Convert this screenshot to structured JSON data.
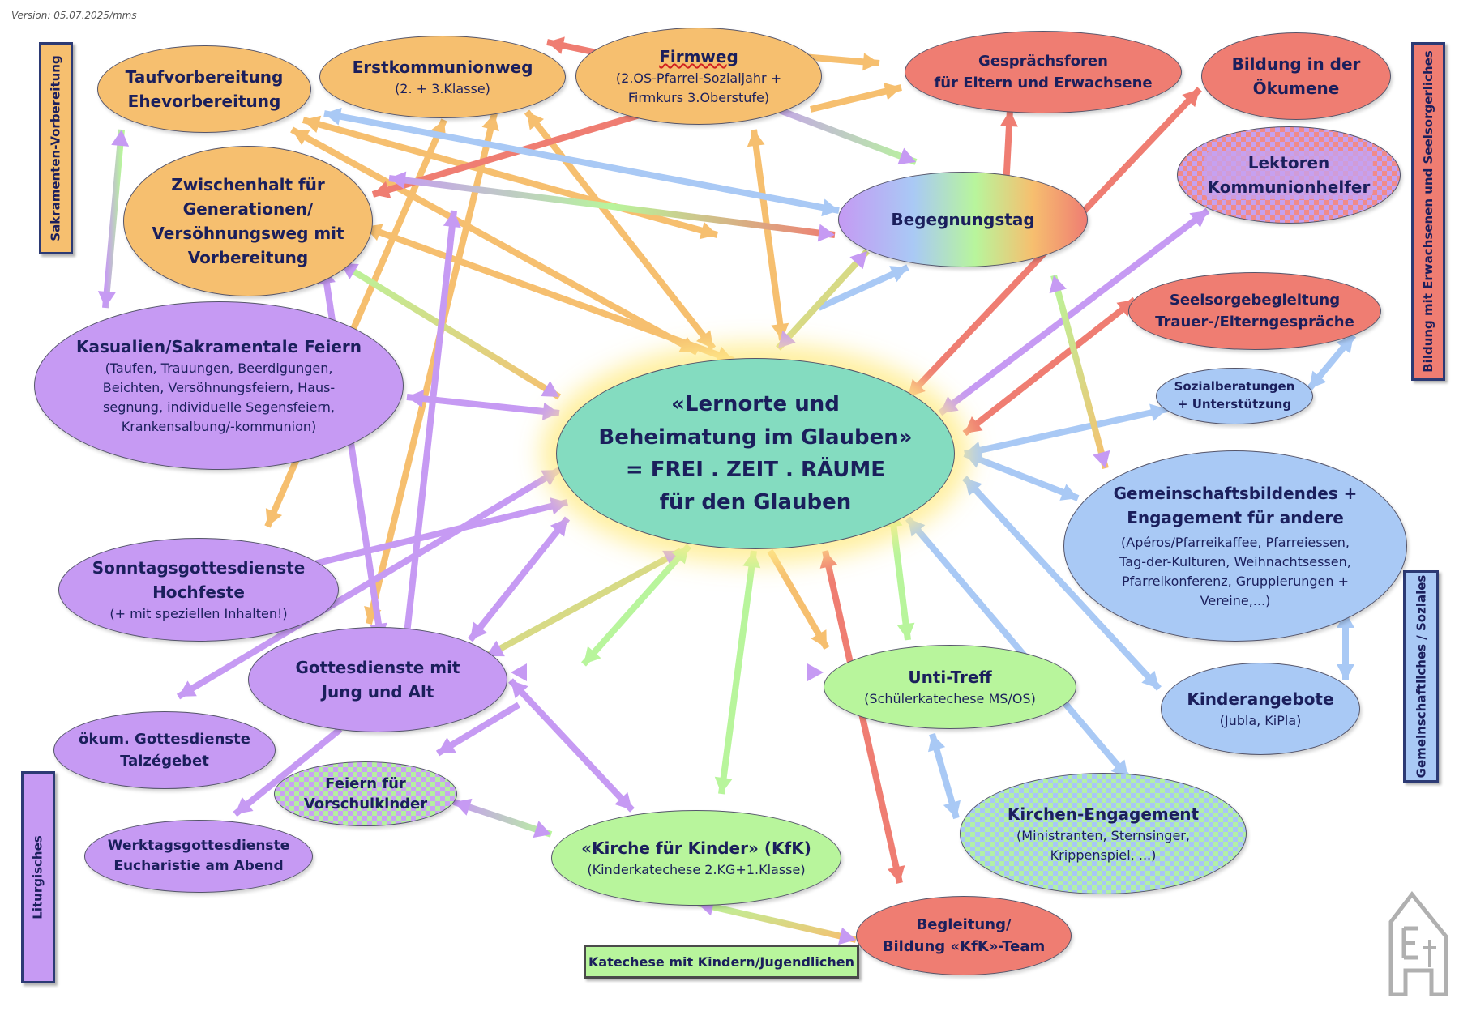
{
  "version": "Version: 05.07.2025/mms",
  "center": {
    "title": "«Lernorte und\nBeheimatung im Glauben»\n= FREI . ZEIT . RÄUME\nfür den Glauben"
  },
  "nodes": {
    "taufvorbereitung": {
      "title": "Taufvorbereitung\nEhevorbereitung"
    },
    "erstkommunionweg": {
      "title": "Erstkommunionweg",
      "sub": "(2. + 3.Klasse)"
    },
    "firmweg": {
      "title": "Firmweg",
      "sub": "(2.OS-Pfarrei-Sozialjahr +\nFirmkurs 3.Oberstufe)"
    },
    "gespraechsforen": {
      "title": "Gesprächsforen\nfür Eltern und Erwachsene"
    },
    "bildung_oekumene": {
      "title": "Bildung in der\nÖkumene"
    },
    "lektoren": {
      "title": "Lektoren\nKommunionhelfer"
    },
    "zwischenhalt": {
      "title": "Zwischenhalt für\nGenerationen/\nVersöhnungsweg mit\nVorbereitung"
    },
    "begegnungstag": {
      "title": "Begegnungstag"
    },
    "seelsorgebegleitung": {
      "title": "Seelsorgebegleitung\nTrauer-/Elterngespräche"
    },
    "sozialberatungen": {
      "title": "Sozialberatungen\n+ Unterstützung"
    },
    "kasualien": {
      "title": "Kasualien/Sakramentale Feiern",
      "sub": "(Taufen, Trauungen, Beerdigungen,\nBeichten, Versöhnungsfeiern, Haus-\nsegnung, individuelle Segensfeiern,\nKrankensalbung/-kommunion)"
    },
    "gemeinschaft": {
      "title": "Gemeinschaftsbildendes +\nEngagement für andere",
      "sub": "(Apéros/Pfarreikaffee, Pfarreiessen,\nTag-der-Kulturen, Weihnachtsessen,\nPfarreikonferenz, Gruppierungen +\nVereine,...)"
    },
    "sonntagsgottesdienste": {
      "title": "Sonntagsgottesdienste\nHochfeste",
      "sub": "(+ mit speziellen Inhalten!)"
    },
    "jung_alt": {
      "title": "Gottesdienste mit\nJung und Alt"
    },
    "unti_treff": {
      "title": "Unti-Treff",
      "sub": "(Schülerkatechese MS/OS)"
    },
    "kinderangebote": {
      "title": "Kinderangebote",
      "sub": "(Jubla, KiPla)"
    },
    "oekum_gottesdienste": {
      "title": "ökum. Gottesdienste\nTaizégebet"
    },
    "vorschulkinder": {
      "title": "Feiern für\nVorschulkinder"
    },
    "kirchen_engagement": {
      "title": "Kirchen-Engagement",
      "sub": "(Ministranten, Sternsinger,\nKrippenspiel, ...)"
    },
    "werktagsgottesdienste": {
      "title": "Werktagsgottesdienste\nEucharistie am Abend"
    },
    "kfk": {
      "title": "«Kirche für Kinder» (KfK)",
      "sub": "(Kinderkatechese 2.KG+1.Klasse)"
    },
    "begleitung_kfk": {
      "title": "Begleitung/\nBildung «KfK»-Team"
    }
  },
  "labels": {
    "sakramente": "Sakramenten-Vorbereitung",
    "bildung_erwachsene": "Bildung mit Erwachsenen und Seelsorgerliches",
    "gemeinschaftliches": "Gemeinschaftliches / Soziales",
    "liturgisches": "Liturgisches",
    "katechese": "Katechese mit Kindern/Jugendlichen"
  },
  "colors": {
    "orange": "#f6bf6f",
    "salmon": "#ef7d72",
    "purple": "#c69af3",
    "blue": "#a9c9f5",
    "green": "#b8f59c",
    "teal": "#84dcc0",
    "text": "#1b1f5c"
  },
  "icons": {
    "logo": "church-icon"
  }
}
